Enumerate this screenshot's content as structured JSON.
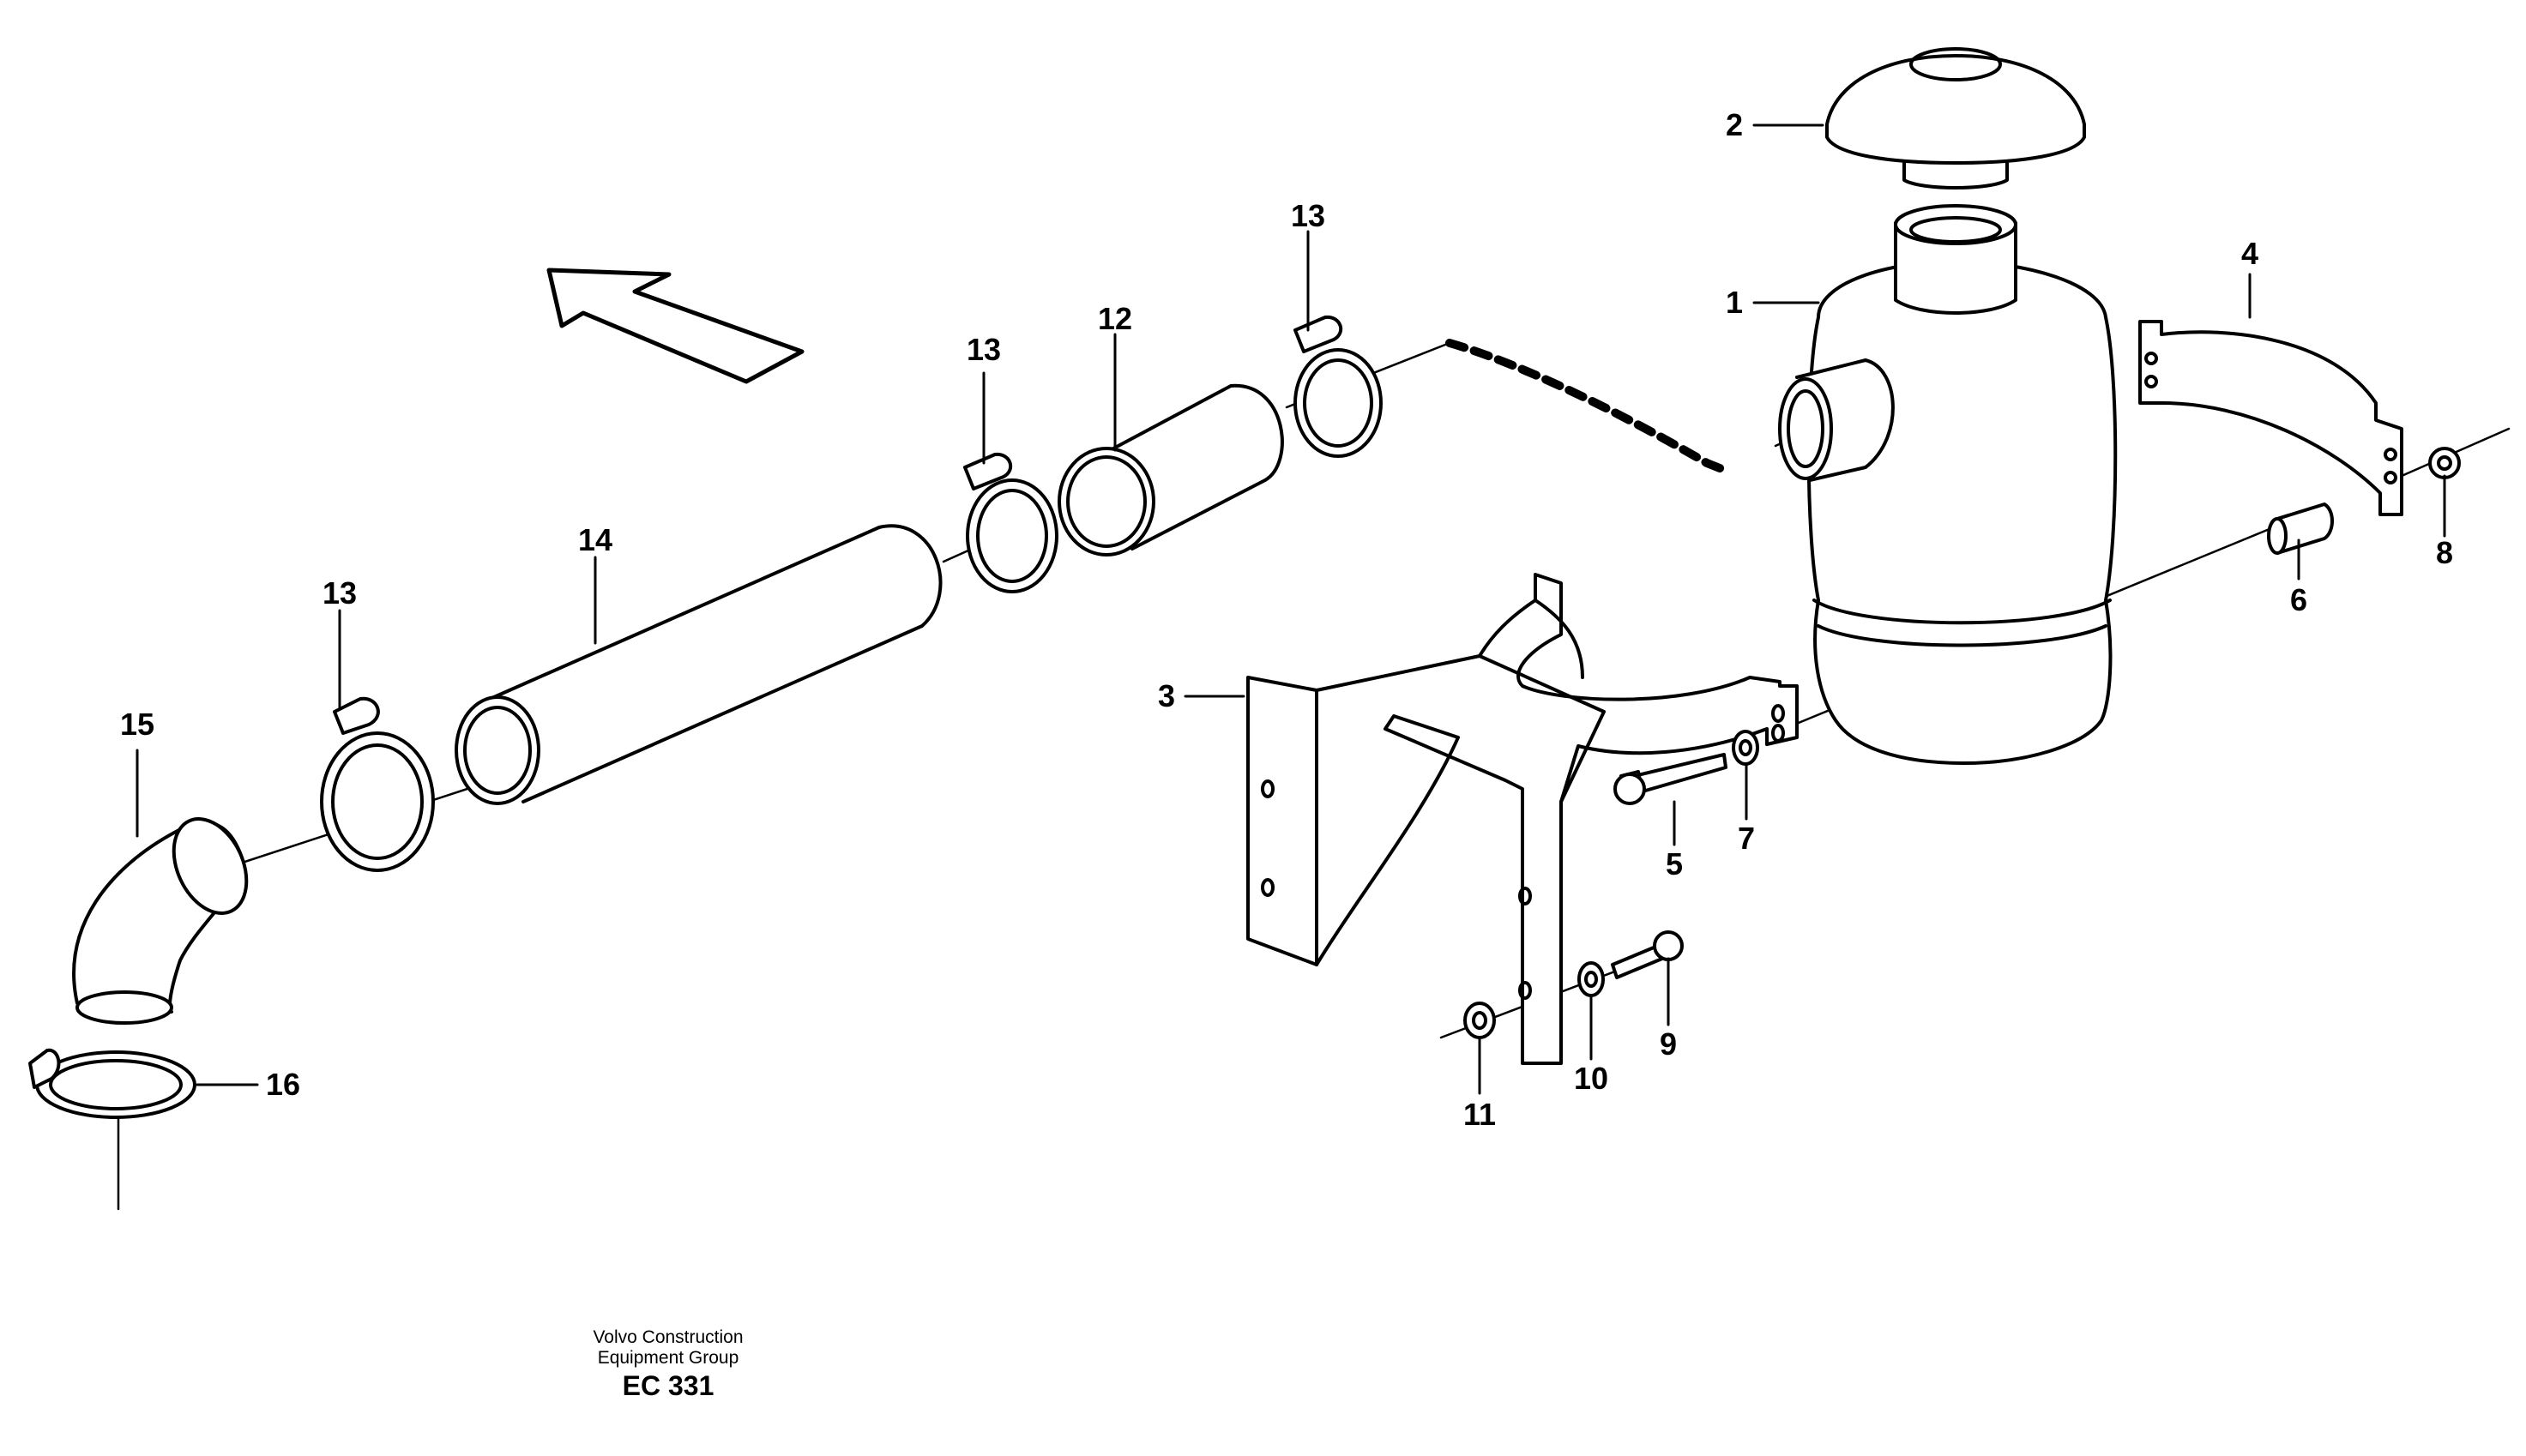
{
  "diagram": {
    "callouts": [
      {
        "id": "c1",
        "text": "1"
      },
      {
        "id": "c2",
        "text": "2"
      },
      {
        "id": "c3",
        "text": "3"
      },
      {
        "id": "c4",
        "text": "4"
      },
      {
        "id": "c5",
        "text": "5"
      },
      {
        "id": "c6",
        "text": "6"
      },
      {
        "id": "c7",
        "text": "7"
      },
      {
        "id": "c8",
        "text": "8"
      },
      {
        "id": "c9",
        "text": "9"
      },
      {
        "id": "c10",
        "text": "10"
      },
      {
        "id": "c11",
        "text": "11"
      },
      {
        "id": "c12",
        "text": "12"
      },
      {
        "id": "c13a",
        "text": "13"
      },
      {
        "id": "c13b",
        "text": "13"
      },
      {
        "id": "c13c",
        "text": "13"
      },
      {
        "id": "c14",
        "text": "14"
      },
      {
        "id": "c15",
        "text": "15"
      },
      {
        "id": "c16",
        "text": "16"
      }
    ]
  },
  "footer": {
    "line1": "Volvo Construction",
    "line2": "Equipment Group",
    "code": "EC 331"
  }
}
